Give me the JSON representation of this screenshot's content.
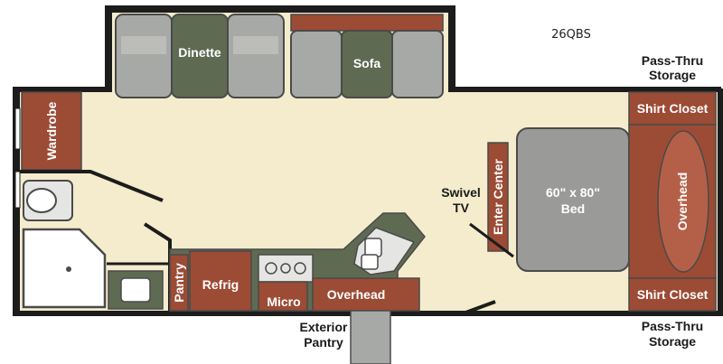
{
  "model": "26QBS",
  "colors": {
    "floor": "#f4eccc",
    "wall": "#1c1c1c",
    "brown": "#9c4b35",
    "green": "#5f6a53",
    "gray": "#a7a9a6",
    "bed": "#9a9b98"
  },
  "labels": {
    "dinette": "Dinette",
    "sofa": "Sofa",
    "wardrobe": "Wardrobe",
    "swivel_tv_line1": "Swivel",
    "swivel_tv_line2": "TV",
    "enter_center": "Enter Center",
    "bed_line1": "60\" x 80\"",
    "bed_line2": "Bed",
    "shirt_closet_top": "Shirt Closet",
    "shirt_closet_bottom": "Shirt Closet",
    "overhead_bedroom": "Overhead",
    "pass_thru_top_line1": "Pass-Thru",
    "pass_thru_top_line2": "Storage",
    "pass_thru_bottom_line1": "Pass-Thru",
    "pass_thru_bottom_line2": "Storage",
    "pantry": "Pantry",
    "refrig": "Refrig",
    "micro": "Micro",
    "overhead_kitchen": "Overhead",
    "exterior_pantry_line1": "Exterior",
    "exterior_pantry_line2": "Pantry"
  }
}
